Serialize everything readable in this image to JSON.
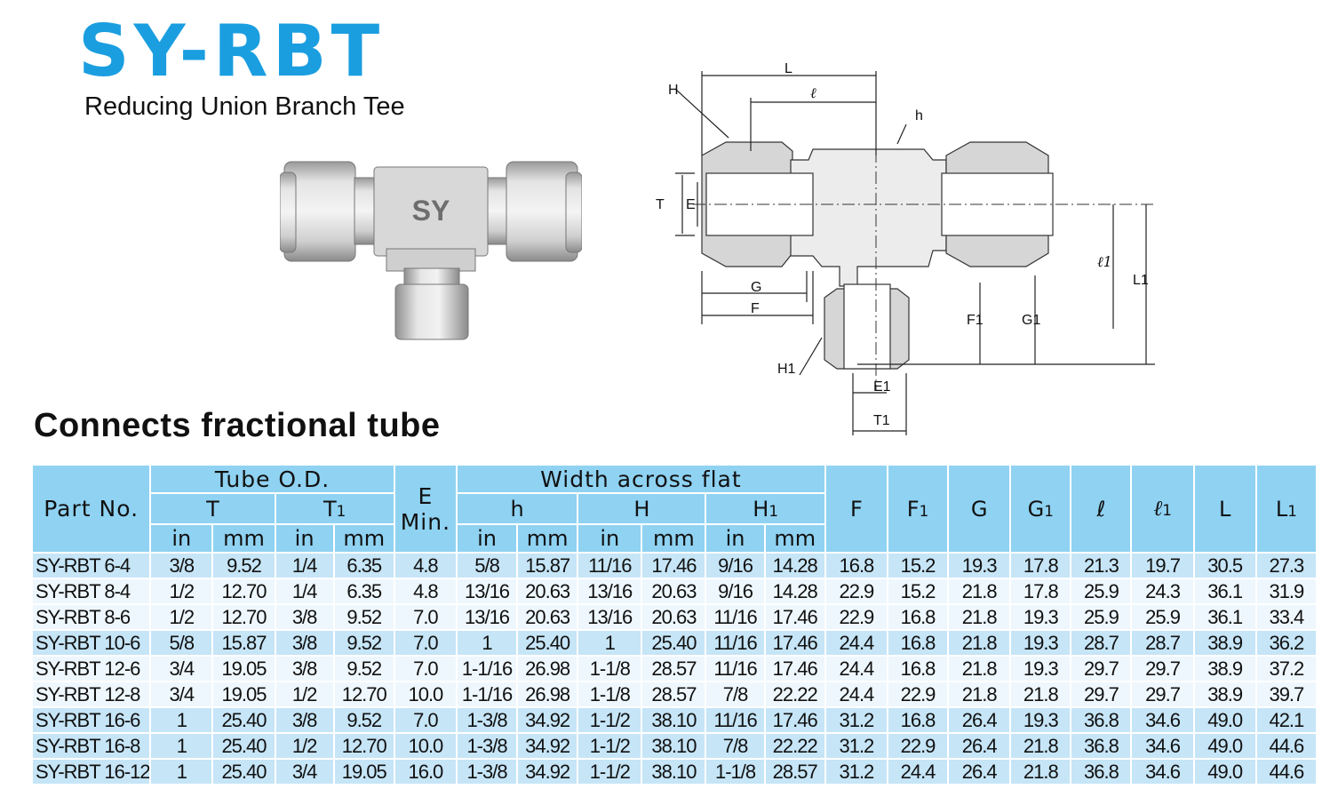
{
  "header": {
    "title": "SY-RBT",
    "subtitle": "Reducing Union Branch Tee"
  },
  "photo": {
    "body_mark": "SY"
  },
  "drawing": {
    "labels": {
      "L": "L",
      "l": "ℓ",
      "H": "H",
      "h": "h",
      "T": "T",
      "E": "E",
      "G": "G",
      "F": "F",
      "H1": "H1",
      "E1": "E1",
      "T1": "T1",
      "F1": "F1",
      "G1": "G1",
      "l1": "ℓ1",
      "L1": "L1"
    }
  },
  "section_title": "Connects fractional tube",
  "table": {
    "headers": {
      "part_no": "Part No.",
      "tube_od": "Tube O.D.",
      "T": "T",
      "T1": "T",
      "T1_sub": "1",
      "e_min_line1": "E",
      "e_min_line2": "Min.",
      "width_across_flat": "Width across flat",
      "h": "h",
      "H": "H",
      "H1": "H",
      "H1_sub": "1",
      "in": "in",
      "mm": "mm",
      "F": "F",
      "F1": "F",
      "F1_sub": "1",
      "G": "G",
      "G1": "G",
      "G1_sub": "1",
      "l": "ℓ",
      "l1": "ℓ",
      "l1_sub": "1",
      "L": "L",
      "L1": "L",
      "L1_sub": "1"
    },
    "rows": [
      {
        "part": "SY-RBT 6-4",
        "T_in": "3/8",
        "T_mm": "9.52",
        "T1_in": "1/4",
        "T1_mm": "6.35",
        "E": "4.8",
        "h_in": "5/8",
        "h_mm": "15.87",
        "H_in": "11/16",
        "H_mm": "17.46",
        "H1_in": "9/16",
        "H1_mm": "14.28",
        "F": "16.8",
        "F1": "15.2",
        "G": "19.3",
        "G1": "17.8",
        "l": "21.3",
        "l1": "19.7",
        "L": "30.5",
        "L1": "27.3"
      },
      {
        "part": "SY-RBT 8-4",
        "T_in": "1/2",
        "T_mm": "12.70",
        "T1_in": "1/4",
        "T1_mm": "6.35",
        "E": "4.8",
        "h_in": "13/16",
        "h_mm": "20.63",
        "H_in": "13/16",
        "H_mm": "20.63",
        "H1_in": "9/16",
        "H1_mm": "14.28",
        "F": "22.9",
        "F1": "15.2",
        "G": "21.8",
        "G1": "17.8",
        "l": "25.9",
        "l1": "24.3",
        "L": "36.1",
        "L1": "31.9"
      },
      {
        "part": "SY-RBT 8-6",
        "T_in": "1/2",
        "T_mm": "12.70",
        "T1_in": "3/8",
        "T1_mm": "9.52",
        "E": "7.0",
        "h_in": "13/16",
        "h_mm": "20.63",
        "H_in": "13/16",
        "H_mm": "20.63",
        "H1_in": "11/16",
        "H1_mm": "17.46",
        "F": "22.9",
        "F1": "16.8",
        "G": "21.8",
        "G1": "19.3",
        "l": "25.9",
        "l1": "25.9",
        "L": "36.1",
        "L1": "33.4"
      },
      {
        "part": "SY-RBT 10-6",
        "T_in": "5/8",
        "T_mm": "15.87",
        "T1_in": "3/8",
        "T1_mm": "9.52",
        "E": "7.0",
        "h_in": "1",
        "h_mm": "25.40",
        "H_in": "1",
        "H_mm": "25.40",
        "H1_in": "11/16",
        "H1_mm": "17.46",
        "F": "24.4",
        "F1": "16.8",
        "G": "21.8",
        "G1": "19.3",
        "l": "28.7",
        "l1": "28.7",
        "L": "38.9",
        "L1": "36.2"
      },
      {
        "part": "SY-RBT 12-6",
        "T_in": "3/4",
        "T_mm": "19.05",
        "T1_in": "3/8",
        "T1_mm": "9.52",
        "E": "7.0",
        "h_in": "1-1/16",
        "h_mm": "26.98",
        "H_in": "1-1/8",
        "H_mm": "28.57",
        "H1_in": "11/16",
        "H1_mm": "17.46",
        "F": "24.4",
        "F1": "16.8",
        "G": "21.8",
        "G1": "19.3",
        "l": "29.7",
        "l1": "29.7",
        "L": "38.9",
        "L1": "37.2"
      },
      {
        "part": "SY-RBT 12-8",
        "T_in": "3/4",
        "T_mm": "19.05",
        "T1_in": "1/2",
        "T1_mm": "12.70",
        "E": "10.0",
        "h_in": "1-1/16",
        "h_mm": "26.98",
        "H_in": "1-1/8",
        "H_mm": "28.57",
        "H1_in": "7/8",
        "H1_mm": "22.22",
        "F": "24.4",
        "F1": "22.9",
        "G": "21.8",
        "G1": "21.8",
        "l": "29.7",
        "l1": "29.7",
        "L": "38.9",
        "L1": "39.7"
      },
      {
        "part": "SY-RBT 16-6",
        "T_in": "1",
        "T_mm": "25.40",
        "T1_in": "3/8",
        "T1_mm": "9.52",
        "E": "7.0",
        "h_in": "1-3/8",
        "h_mm": "34.92",
        "H_in": "1-1/2",
        "H_mm": "38.10",
        "H1_in": "11/16",
        "H1_mm": "17.46",
        "F": "31.2",
        "F1": "16.8",
        "G": "26.4",
        "G1": "19.3",
        "l": "36.8",
        "l1": "34.6",
        "L": "49.0",
        "L1": "42.1"
      },
      {
        "part": "SY-RBT 16-8",
        "T_in": "1",
        "T_mm": "25.40",
        "T1_in": "1/2",
        "T1_mm": "12.70",
        "E": "10.0",
        "h_in": "1-3/8",
        "h_mm": "34.92",
        "H_in": "1-1/2",
        "H_mm": "38.10",
        "H1_in": "7/8",
        "H1_mm": "22.22",
        "F": "31.2",
        "F1": "22.9",
        "G": "26.4",
        "G1": "21.8",
        "l": "36.8",
        "l1": "34.6",
        "L": "49.0",
        "L1": "44.6"
      },
      {
        "part": "SY-RBT 16-12",
        "T_in": "1",
        "T_mm": "25.40",
        "T1_in": "3/4",
        "T1_mm": "19.05",
        "E": "16.0",
        "h_in": "1-3/8",
        "h_mm": "34.92",
        "H_in": "1-1/2",
        "H_mm": "38.10",
        "H1_in": "1-1/8",
        "H1_mm": "28.57",
        "F": "31.2",
        "F1": "24.4",
        "G": "26.4",
        "G1": "21.8",
        "l": "36.8",
        "l1": "34.6",
        "L": "49.0",
        "L1": "44.6"
      }
    ]
  },
  "colors": {
    "title_blue": "#1a9ee0",
    "header_bg": "#8fd2f2",
    "row_dark": "#c6e5f7",
    "row_light": "#eef7fd"
  }
}
